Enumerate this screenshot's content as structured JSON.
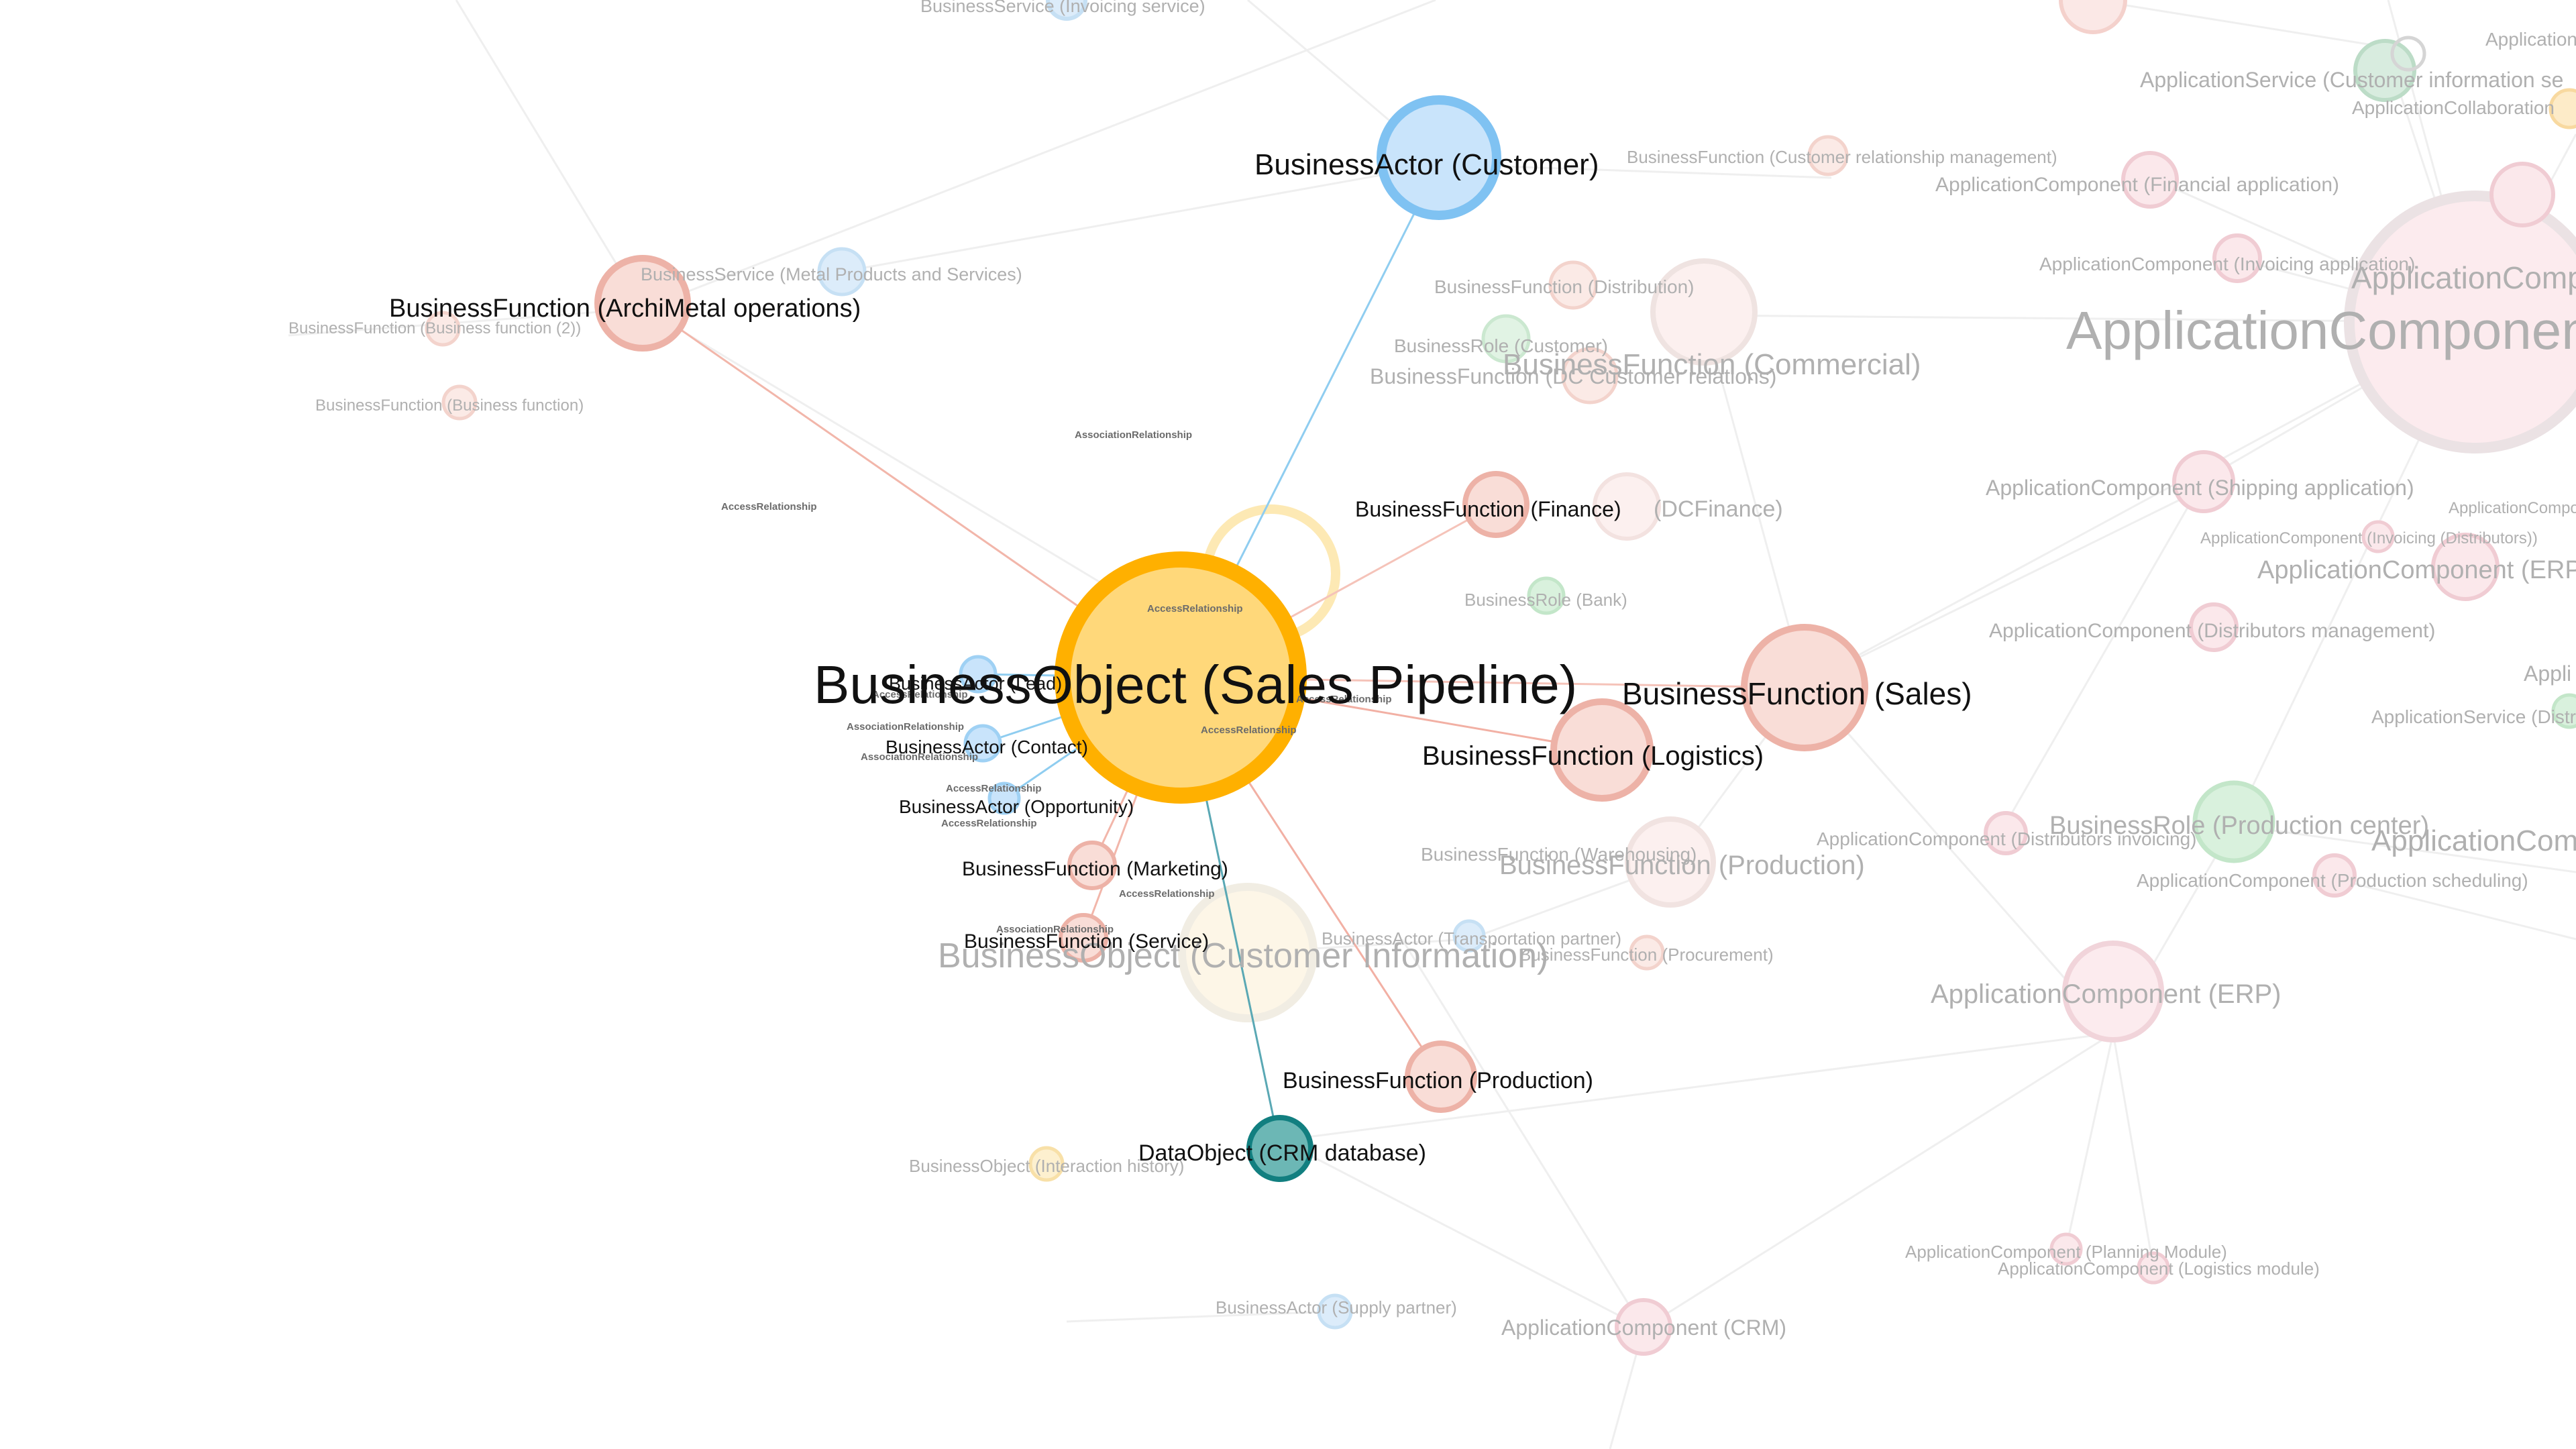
{
  "colors": {
    "actor_fill": "#c9e4fb",
    "actor_stroke": "#7fc2f2",
    "function_fill": "#f9ddd7",
    "function_stroke": "#e8a79b",
    "object_fill": "#ffd87a",
    "object_stroke": "#ffb000",
    "data_fill": "#6cb7b5",
    "data_stroke": "#127f80",
    "role_fill": "#d9f2dc",
    "role_stroke": "#9fd7a6",
    "app_fill": "#fbe6ea",
    "app_stroke": "#eec4cc",
    "edge_actor": "#8ecdf1",
    "edge_function": "#f2b2a5",
    "edge_data": "#5aa8b4",
    "edge_faint": "#ececec"
  },
  "focus": {
    "sales_pipeline": "BusinessObject (Sales Pipeline)",
    "customer": "BusinessActor (Customer)",
    "archimetal_operations": "BusinessFunction (ArchiMetal operations)",
    "finance": "BusinessFunction (Finance)",
    "sales": "BusinessFunction (Sales)",
    "logistics": "BusinessFunction (Logistics)",
    "lead": "BusinessActor (Lead)",
    "contact": "BusinessActor (Contact)",
    "opportunity": "BusinessActor (Opportunity)",
    "marketing": "BusinessFunction (Marketing)",
    "service": "BusinessFunction (Service)",
    "production_fn": "BusinessFunction (Production)",
    "crm_database": "DataObject (CRM database)"
  },
  "relations": {
    "association_top": "AssociationRelationship",
    "access_left": "AccessRelationship",
    "access_center": "AccessRelationship",
    "access_center2": "AccessRelationship",
    "access_right": "AccessRelationship",
    "assoc_left1": "AssociationRelationship",
    "assoc_left2": "AssociationRelationship",
    "access_left3": "AccessRelationship",
    "access_left4": "AccessRelationship",
    "access_left5": "AccessRelationship",
    "access_bottom": "AccessRelationship",
    "assoc_bottom": "AssociationRelationship"
  },
  "background": {
    "invoicing_service": "BusinessService (Invoicing service)",
    "metal_products": "BusinessService (Metal Products and Services)",
    "business_function_2": "BusinessFunction (Business function (2))",
    "business_function": "BusinessFunction (Business function)",
    "crm_fn": "BusinessFunction (Customer relationship management)",
    "distribution": "BusinessFunction (Distribution)",
    "role_customer": "BusinessRole (Customer)",
    "commercial": "BusinessFunction (Commercial)",
    "dc_customer_relations": "BusinessFunction (DC Customer relations)",
    "dcfinance": "(DCFinance)",
    "role_bank": "BusinessRole (Bank)",
    "warehousing": "BusinessFunction (Warehousing)",
    "production_bg": "BusinessFunction (Production)",
    "customer_information": "BusinessObject (Customer Information)",
    "transportation_partner": "BusinessActor (Transportation partner)",
    "procurement": "BusinessFunction (Procurement)",
    "interaction_history": "BusinessObject (Interaction history)",
    "supply_partner": "BusinessActor (Supply partner)",
    "app_crm": "ApplicationComponent (CRM)",
    "app_customer_info_service": "ApplicationService (Customer information se",
    "app_collaboration": "ApplicationCollaboration",
    "app_component_short": "ApplicationCompo",
    "app_financial": "ApplicationComponent (Financial application)",
    "app_invoicing": "ApplicationComponent (Invoicing application)",
    "app_big_1": "ApplicationComp",
    "app_big_2": "ApplicationComponen",
    "app_shipping": "ApplicationComponent (Shipping application)",
    "app_invoicing_distributors": "ApplicationComponent (Invoicing (Distributors))",
    "app_erp_sh": "ApplicationComponent (ERP sh",
    "app_application_component": "ApplicationComponent",
    "app_distributors_mgmt": "ApplicationComponent (Distributors management)",
    "appl_short": "Appli",
    "app_service_dist": "ApplicationService (Distr",
    "app_distributors_invoicing": "ApplicationComponent (Distributors invoicing)",
    "role_production_center": "BusinessRole (Production center)",
    "app_con": "ApplicationCom",
    "app_production_scheduling": "ApplicationComponent (Production scheduling)",
    "app_erp": "ApplicationComponent (ERP)",
    "app_planning": "ApplicationComponent (Planning Module)",
    "app_logistics": "ApplicationComponent (Logistics module)"
  }
}
